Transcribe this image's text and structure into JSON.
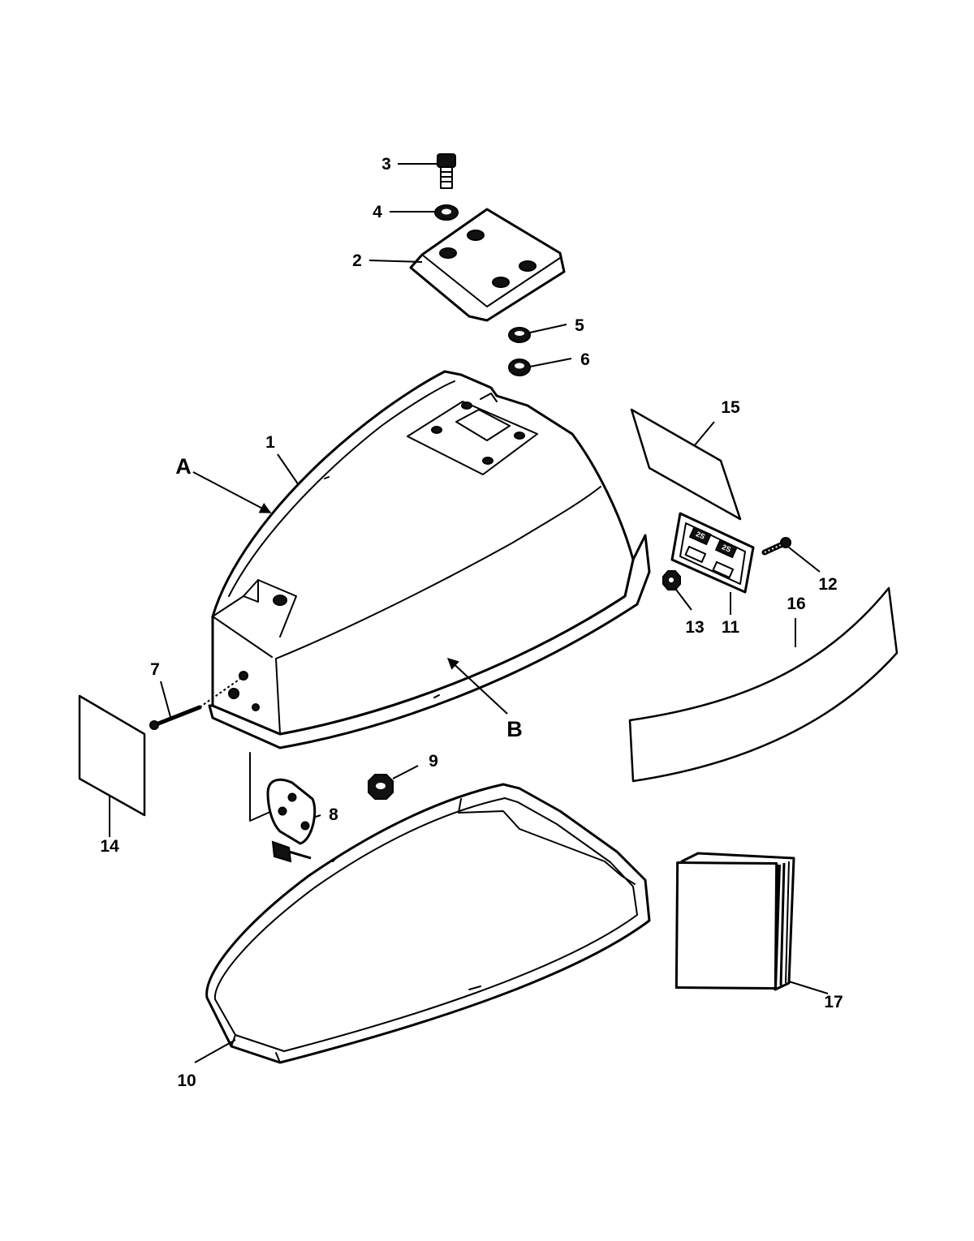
{
  "diagram": {
    "type": "exploded-parts-diagram",
    "callouts": {
      "c1": "1",
      "c2": "2",
      "c3": "3",
      "c4": "4",
      "c5": "5",
      "c6": "6",
      "c7": "7",
      "c8": "8",
      "c9": "9",
      "c10": "10",
      "c11": "11",
      "c12": "12",
      "c13": "13",
      "c14": "14",
      "c15": "15",
      "c16": "16",
      "c17": "17"
    },
    "view_labels": {
      "a": "A",
      "b": "B"
    },
    "plate_text": {
      "left": "2S",
      "right": "2S"
    }
  }
}
